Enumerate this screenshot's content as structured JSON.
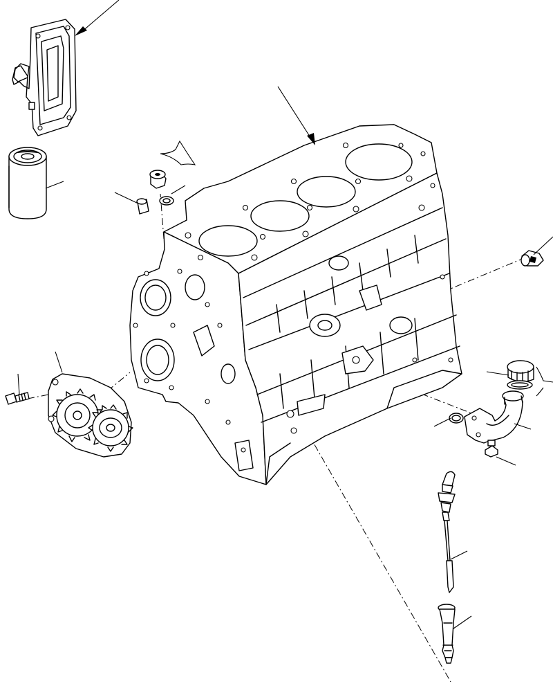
{
  "diagram": {
    "parts": [
      {
        "id": "oil-filter-head",
        "icon": "filter-head-icon"
      },
      {
        "id": "oil-filter",
        "icon": "cylinder-icon"
      },
      {
        "id": "cylinder-block",
        "icon": "engine-block-icon"
      },
      {
        "id": "plug",
        "icon": "plug-icon"
      },
      {
        "id": "seal-washer",
        "icon": "washer-icon"
      },
      {
        "id": "dowel",
        "icon": "dowel-icon"
      },
      {
        "id": "oil-pump",
        "icon": "gear-pump-icon"
      },
      {
        "id": "bolt-left",
        "icon": "bolt-icon"
      },
      {
        "id": "sensor",
        "icon": "sensor-icon"
      },
      {
        "id": "filler-cap",
        "icon": "cap-icon"
      },
      {
        "id": "o-ring",
        "icon": "o-ring-icon"
      },
      {
        "id": "filler-tube",
        "icon": "elbow-tube-icon"
      },
      {
        "id": "bolt-right",
        "icon": "bolt-icon"
      },
      {
        "id": "dipstick",
        "icon": "dipstick-icon"
      },
      {
        "id": "dipstick-tube",
        "icon": "tube-icon"
      }
    ],
    "colors": {
      "line": "#000000",
      "background": "#ffffff"
    }
  }
}
